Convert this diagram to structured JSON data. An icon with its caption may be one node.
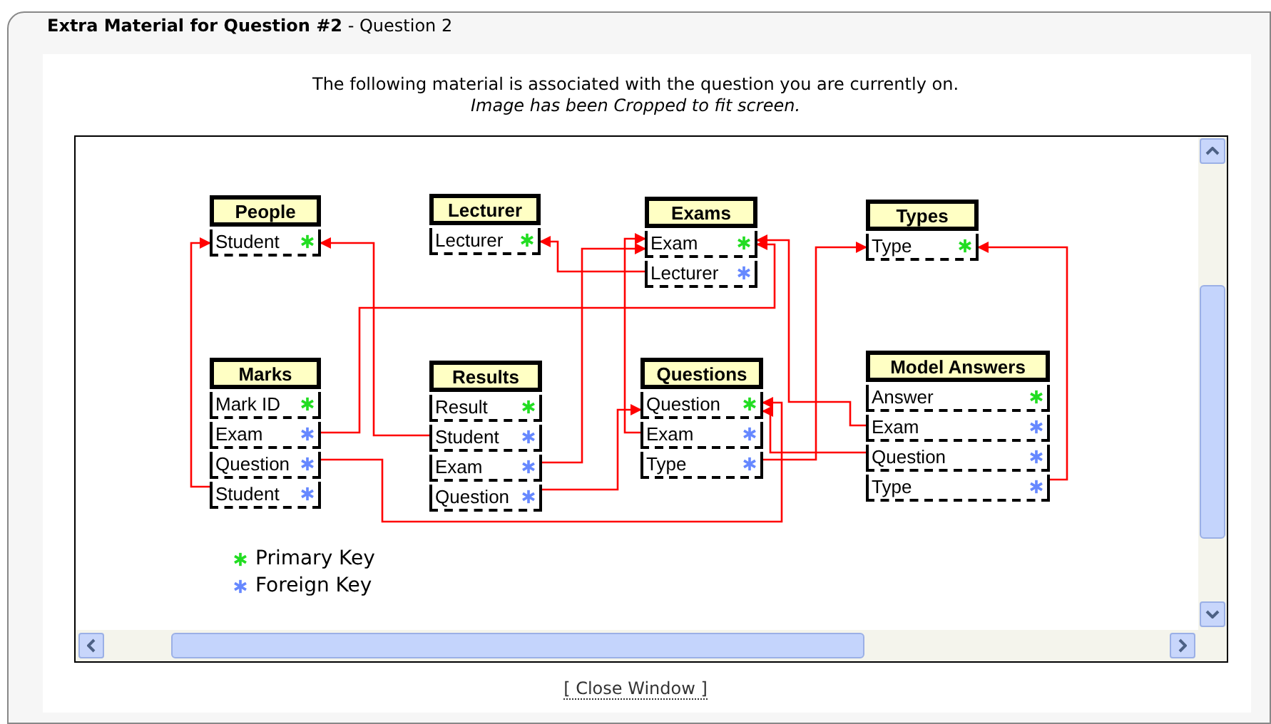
{
  "diagram": {
    "title": "**Extra Material for Question #2** - Question 2",
    "nodes": [
      {
        "text": [
          "People"
        ]
      },
      {
        "text": [
          "Student"
        ],
        "in": 0
      },
      {
        "text": [
          "Lecturer"
        ]
      },
      {
        "text": [
          "Lecturer"
        ],
        "in": 2
      },
      {
        "text": [
          "Exams"
        ]
      },
      {
        "text": [
          "Exam"
        ],
        "in": 4
      },
      {
        "text": [
          "Lecturer"
        ],
        "in": 4
      },
      {
        "text": [
          "Types"
        ]
      },
      {
        "text": [
          "Type"
        ],
        "in": 7
      },
      {
        "text": [
          "Marks"
        ]
      },
      {
        "text": [
          "Mark ID"
        ],
        "in": 9
      },
      {
        "text": [
          "Exam"
        ],
        "in": 9
      },
      {
        "text": [
          "Question"
        ],
        "in": 9
      },
      {
        "text": [
          "Student"
        ],
        "in": 9
      },
      {
        "text": [
          "Results"
        ]
      },
      {
        "text": [
          "Result"
        ],
        "in": 14
      },
      {
        "text": [
          "Student"
        ],
        "in": 14
      },
      {
        "text": [
          "Exam"
        ],
        "in": 14
      },
      {
        "text": [
          "Question"
        ],
        "in": 14
      },
      {
        "text": [
          "Questions"
        ]
      },
      {
        "text": [
          "Question"
        ],
        "in": 19
      },
      {
        "text": [
          "Exam"
        ],
        "in": 19
      },
      {
        "text": [
          "Type"
        ],
        "in": 19
      },
      {
        "text": [
          "Model Answers"
        ]
      },
      {
        "text": [
          "Answer"
        ],
        "in": 23
      },
      {
        "text": [
          "Exam"
        ],
        "in": 23
      },
      {
        "text": [
          "Question"
        ],
        "in": 23
      },
      {
        "text": [
          "Type"
        ],
        "in": 23
      }
    ],
    "edges": [
      {
        "from": 13,
        "to": 1,
        "arrow": "to"
      },
      {
        "from": 16,
        "to": 1,
        "arrow": "to"
      },
      {
        "from": 6,
        "to": 3,
        "arrow": "to"
      },
      {
        "from": 11,
        "to": 5,
        "arrow": "to"
      },
      {
        "from": 17,
        "to": 5,
        "arrow": "to"
      },
      {
        "from": 25,
        "to": 5,
        "arrow": "to"
      },
      {
        "from": 21,
        "to": 5,
        "arrow": "to"
      },
      {
        "from": 22,
        "to": 8,
        "arrow": "to"
      },
      {
        "from": 27,
        "to": 8,
        "arrow": "to"
      },
      {
        "from": 12,
        "to": 20,
        "arrow": "to"
      },
      {
        "from": 18,
        "to": 20,
        "arrow": "to"
      },
      {
        "from": 26,
        "to": 20,
        "arrow": "to"
      }
    ],
    "labels": [
      "The following material is associated with the question you are currently on.",
      "Image has been Cropped to fit screen.",
      "[ Close Window ]"
    ],
    "legend": [
      {
        "text": "Primary Key",
        "color": "#22dd22"
      },
      {
        "text": "Foreign Key",
        "color": "#6688ff"
      }
    ]
  }
}
